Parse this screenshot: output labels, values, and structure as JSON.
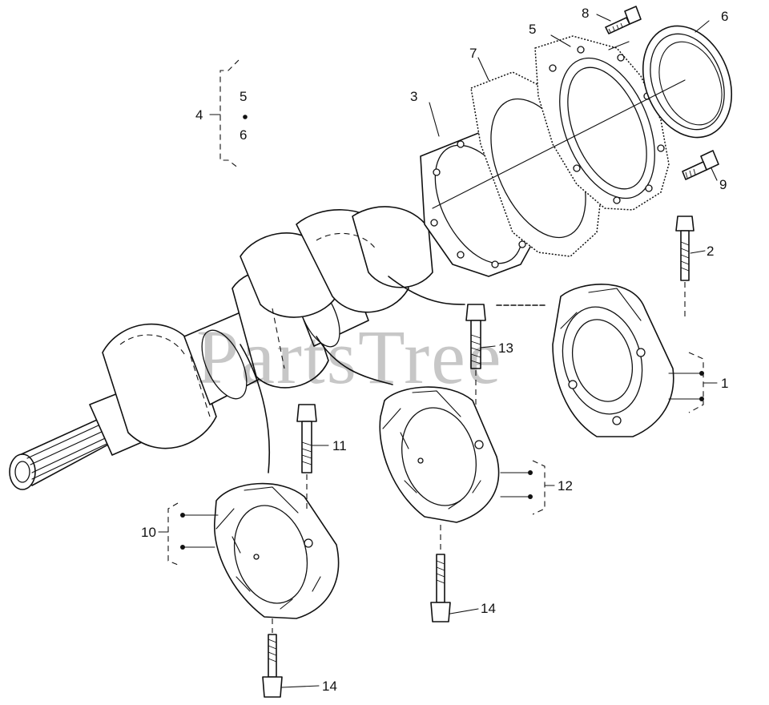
{
  "watermark": "PartsTree",
  "callouts": [
    {
      "id": "c1",
      "text": "1"
    },
    {
      "id": "c2",
      "text": "2"
    },
    {
      "id": "c3",
      "text": "3"
    },
    {
      "id": "c4",
      "text": "4"
    },
    {
      "id": "c4a",
      "text": "5"
    },
    {
      "id": "c4b",
      "text": "6"
    },
    {
      "id": "c5",
      "text": "5"
    },
    {
      "id": "c6",
      "text": "6"
    },
    {
      "id": "c7",
      "text": "7"
    },
    {
      "id": "c8",
      "text": "8"
    },
    {
      "id": "c9",
      "text": "9"
    },
    {
      "id": "c10",
      "text": "10"
    },
    {
      "id": "c11",
      "text": "11"
    },
    {
      "id": "c12",
      "text": "12"
    },
    {
      "id": "c13",
      "text": "13"
    },
    {
      "id": "c14a",
      "text": "14"
    },
    {
      "id": "c14b",
      "text": "14"
    }
  ]
}
